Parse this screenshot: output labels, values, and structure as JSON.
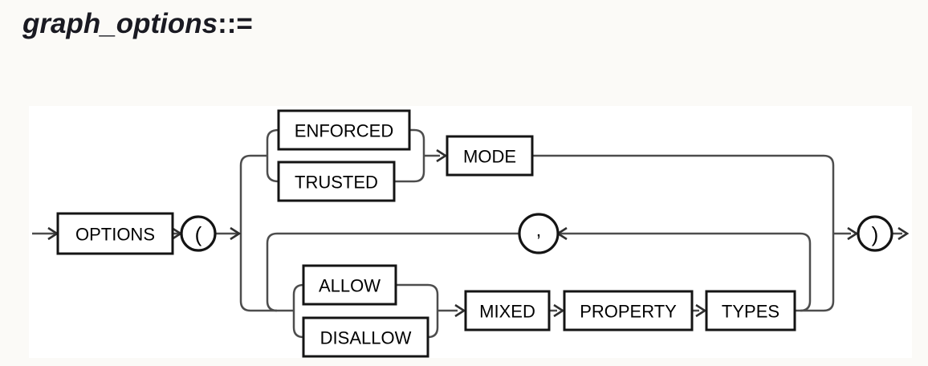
{
  "title": {
    "text": "graph_options",
    "suffix": "::="
  },
  "diagram": {
    "kind": "railroad-syntax-diagram",
    "nodes": {
      "options": "OPTIONS",
      "open_paren": "(",
      "enforced": "ENFORCED",
      "trusted": "TRUSTED",
      "mode": "MODE",
      "comma": ",",
      "allow": "ALLOW",
      "disallow": "DISALLOW",
      "mixed": "MIXED",
      "property": "PROPERTY",
      "types": "TYPES",
      "close_paren": ")"
    },
    "colors": {
      "page_background": "#fbfaf7",
      "panel_background": "#ffffff",
      "rail": "#4d4d4d",
      "node_border": "#141414",
      "node_fill": "#ffffff",
      "text": "#000000",
      "title": "#1a1a22"
    }
  }
}
